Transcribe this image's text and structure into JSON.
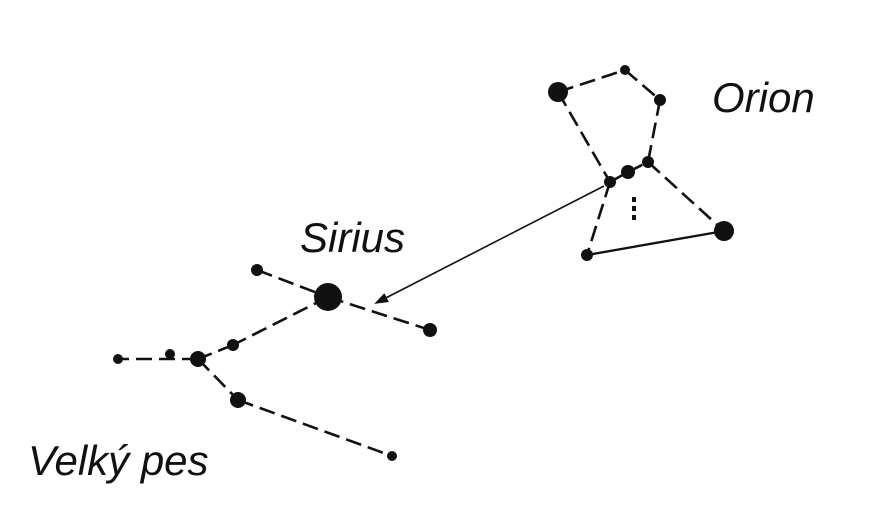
{
  "labels": {
    "orion": "Orion",
    "sirius": "Sirius",
    "canis_major": "Velký pes"
  },
  "colors": {
    "ink": "#111111",
    "background": "#ffffff"
  }
}
